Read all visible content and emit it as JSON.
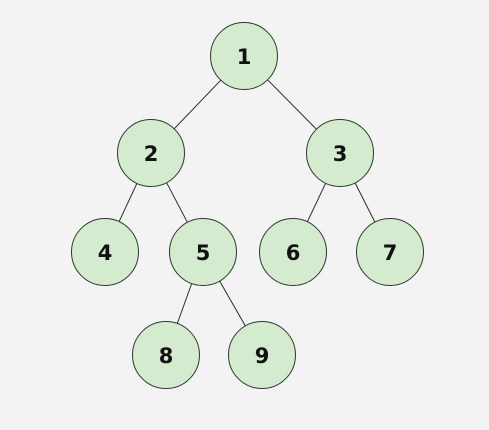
{
  "tree": {
    "nodes": [
      {
        "id": "1",
        "label": "1"
      },
      {
        "id": "2",
        "label": "2"
      },
      {
        "id": "3",
        "label": "3"
      },
      {
        "id": "4",
        "label": "4"
      },
      {
        "id": "5",
        "label": "5"
      },
      {
        "id": "6",
        "label": "6"
      },
      {
        "id": "7",
        "label": "7"
      },
      {
        "id": "8",
        "label": "8"
      },
      {
        "id": "9",
        "label": "9"
      }
    ],
    "edges": [
      [
        "1",
        "2"
      ],
      [
        "1",
        "3"
      ],
      [
        "2",
        "4"
      ],
      [
        "2",
        "5"
      ],
      [
        "3",
        "6"
      ],
      [
        "3",
        "7"
      ],
      [
        "5",
        "8"
      ],
      [
        "5",
        "9"
      ]
    ]
  },
  "colors": {
    "background": "#f3f3f3",
    "node_fill": "#d5ebd0",
    "node_stroke": "#2a3a2a",
    "edge": "#2b2b2b",
    "label": "#111111"
  }
}
